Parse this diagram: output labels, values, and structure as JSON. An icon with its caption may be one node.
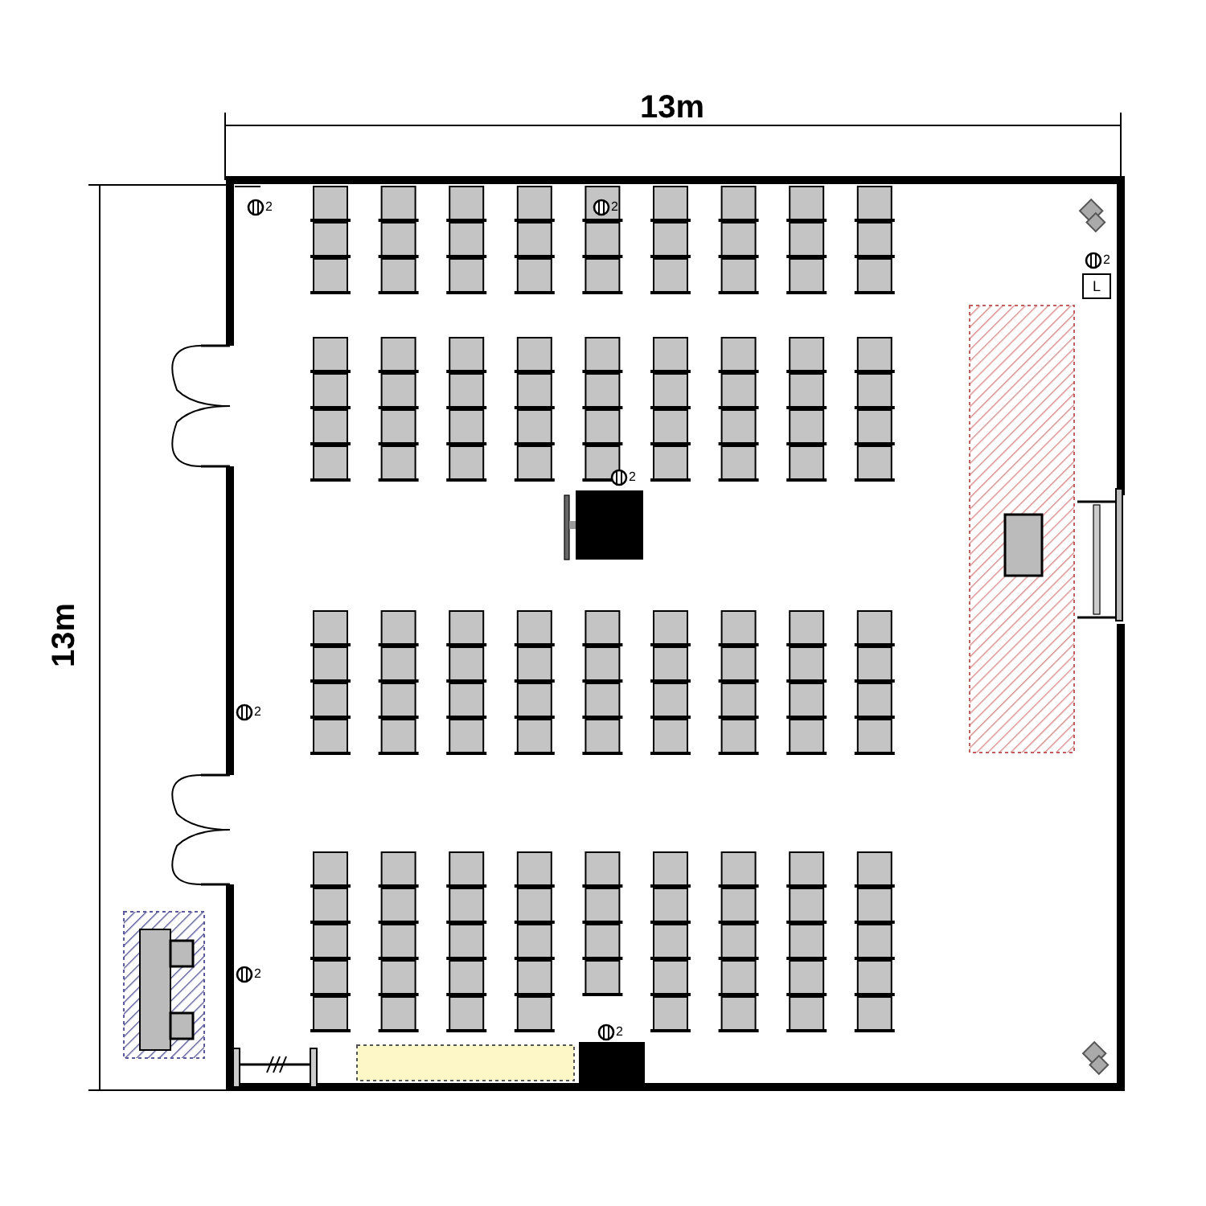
{
  "diagram": {
    "nodes": [
      {
        "text": [
          "L"
        ],
        "beside": [
          "2"
        ]
      },
      {
        "text": [],
        "shape": "box"
      }
    ],
    "labels": [
      "13m",
      "2",
      "2",
      "2",
      "13m",
      "2",
      "2",
      "2"
    ]
  }
}
